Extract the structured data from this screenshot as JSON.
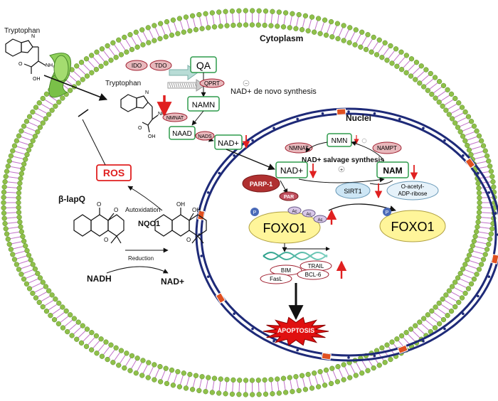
{
  "compartments": {
    "cytoplasm": "Cytoplasm",
    "nuclei": "Nuclei"
  },
  "molecules": {
    "tryptophan_outside": "Tryptophan",
    "tryptophan_inside": "Tryptophan",
    "qa": "QA",
    "namn": "NAMN",
    "naad": "NAAD",
    "nad_cyto": "NAD+",
    "nad_nuc": "NAD+",
    "nmn": "NMN",
    "nam": "NAM",
    "par": "PAR",
    "o_acetyl_adp_ribose_1": "O-acetyl-",
    "o_acetyl_adp_ribose_2": "ADP-ribose",
    "foxo1_acetylated": "FOXO1",
    "foxo1_deacetylated": "FOXO1",
    "nadh": "NADH",
    "nad_plus_bottom": "NAD+",
    "beta_lapq": "β-lapQ",
    "ros": "ROS",
    "nh2_1": "NH₂",
    "oh_1": "OH",
    "o_1": "O",
    "nh2_2": "NH₂",
    "oh_2": "OH",
    "o_2": "O",
    "n_1": "N",
    "n_2": "N",
    "quinone_o1": "O",
    "quinone_o2": "O",
    "quinol_oh1": "OH",
    "quinol_oh2": "OH",
    "ring_o1": "O",
    "ring_o2": "O",
    "acetyl": "Ac",
    "phospho": "P"
  },
  "enzymes": {
    "ido": "IDO",
    "tdo": "TDO",
    "qprt": "QPRT",
    "nmnat_cyto": "NMNAT",
    "nads": "NADS",
    "nmnat_nuc": "NMNAT",
    "nampt": "NAMPT",
    "parp1": "PARP-1",
    "sirt1": "SIRT1",
    "nqo1": "NQO1"
  },
  "genes": {
    "bim": "BIM",
    "trail": "TRAIL",
    "fasl": "FasL",
    "bcl6": "BCL-6"
  },
  "processes": {
    "de_novo": "NAD+ de novo synthesis",
    "salvage": "NAD+ salvage synthesis",
    "autoxidation": "Autoxidation",
    "reduction": "Reduction",
    "apoptosis": "APOPTOSIS"
  },
  "colors": {
    "membrane_head": "#8fc04a",
    "membrane_tail": "#c070c8",
    "nucleus_membrane": "#1e2a78",
    "enzyme_fill": "#e8b8bc",
    "enzyme_stroke": "#a02030",
    "metabolite_stroke": "#2e9b4c",
    "decrease_arrow": "#e02020",
    "ros": "#e02020",
    "foxo1_fill": "#fff59a",
    "sirt1_fill": "#cde6f5",
    "parp1_fill": "#b03030",
    "apoptosis_fill": "#e01010",
    "channel": "#8fd05a"
  }
}
